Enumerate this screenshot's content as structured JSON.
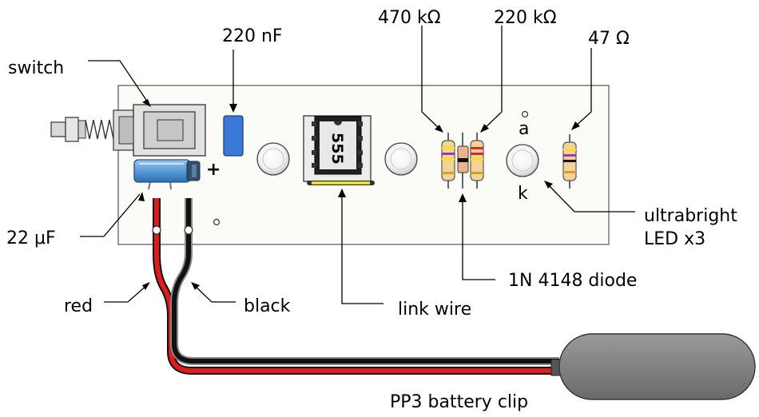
{
  "labels": {
    "switch": "switch",
    "cap_220nf": "220 nF",
    "res_470k": "470 kΩ",
    "res_220k": "220 kΩ",
    "res_47": "47 Ω",
    "anode": "a",
    "cathode": "k",
    "cap_22uf": "22 μF",
    "plus": "+",
    "ic": "555",
    "led_line1": "ultrabright",
    "led_line2": "LED x3",
    "diode": "1N 4148 diode",
    "link_wire": "link wire",
    "red": "red",
    "black": "black",
    "battery_clip": "PP3 battery clip"
  },
  "colors": {
    "board": "#fbfbf7",
    "cap_blue": "#3a79d8",
    "electrolytic": "#6aa7e0",
    "link_wire": "#f4ee2a",
    "wire_red": "#e01b1b",
    "wire_black": "#111111",
    "clip_grey": "#7d7d7d",
    "resistor_body": "#f2d39a",
    "diode_body": "#eab48a"
  }
}
